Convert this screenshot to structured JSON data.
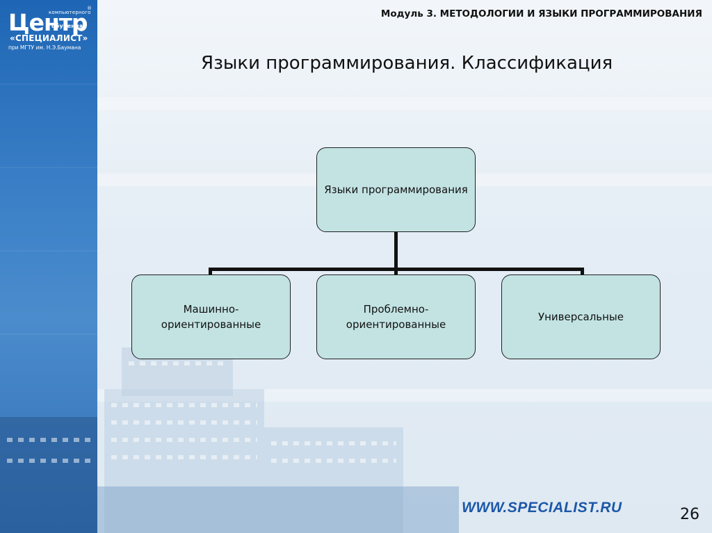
{
  "header": {
    "module_title": "Модуль 3. МЕТОДОЛОГИИ И ЯЗЫКИ ПРОГРАММИРОВАНИЯ",
    "slide_title": "Языки программирования. Классификация"
  },
  "logo": {
    "top_small": "компьютерного",
    "registered": "®",
    "center_word": "Центр",
    "obucheniya": "обучения",
    "specialist": "«СПЕЦИАЛИСТ»",
    "mgtu": "при МГТУ им. Н.Э.Баумана"
  },
  "diagram": {
    "root": "Языки программирования",
    "children": [
      "Машинно-ориентированные",
      "Проблемно-ориентированные",
      "Универсальные"
    ]
  },
  "footer": {
    "website": "WWW.SPECIALIST.RU",
    "page_number": "26"
  },
  "colors": {
    "node_fill": "#c3e3e3",
    "left_band": "#2f74bf",
    "website_text": "#1c57a8"
  }
}
